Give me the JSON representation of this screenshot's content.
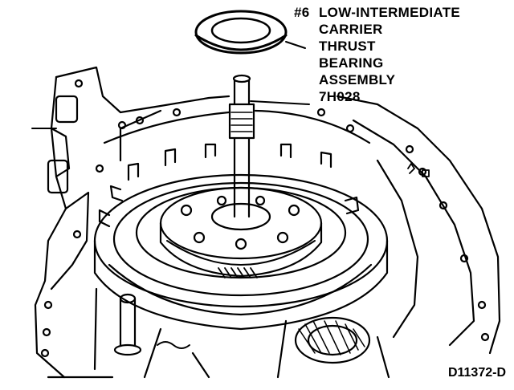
{
  "callout": {
    "number": "#6",
    "lines": [
      "LOW-INTERMEDIATE",
      "CARRIER",
      "THRUST",
      "BEARING",
      "ASSEMBLY",
      "7H028"
    ]
  },
  "figure_id": "D11372-D",
  "colors": {
    "ink": "#000000",
    "paper": "#ffffff"
  }
}
